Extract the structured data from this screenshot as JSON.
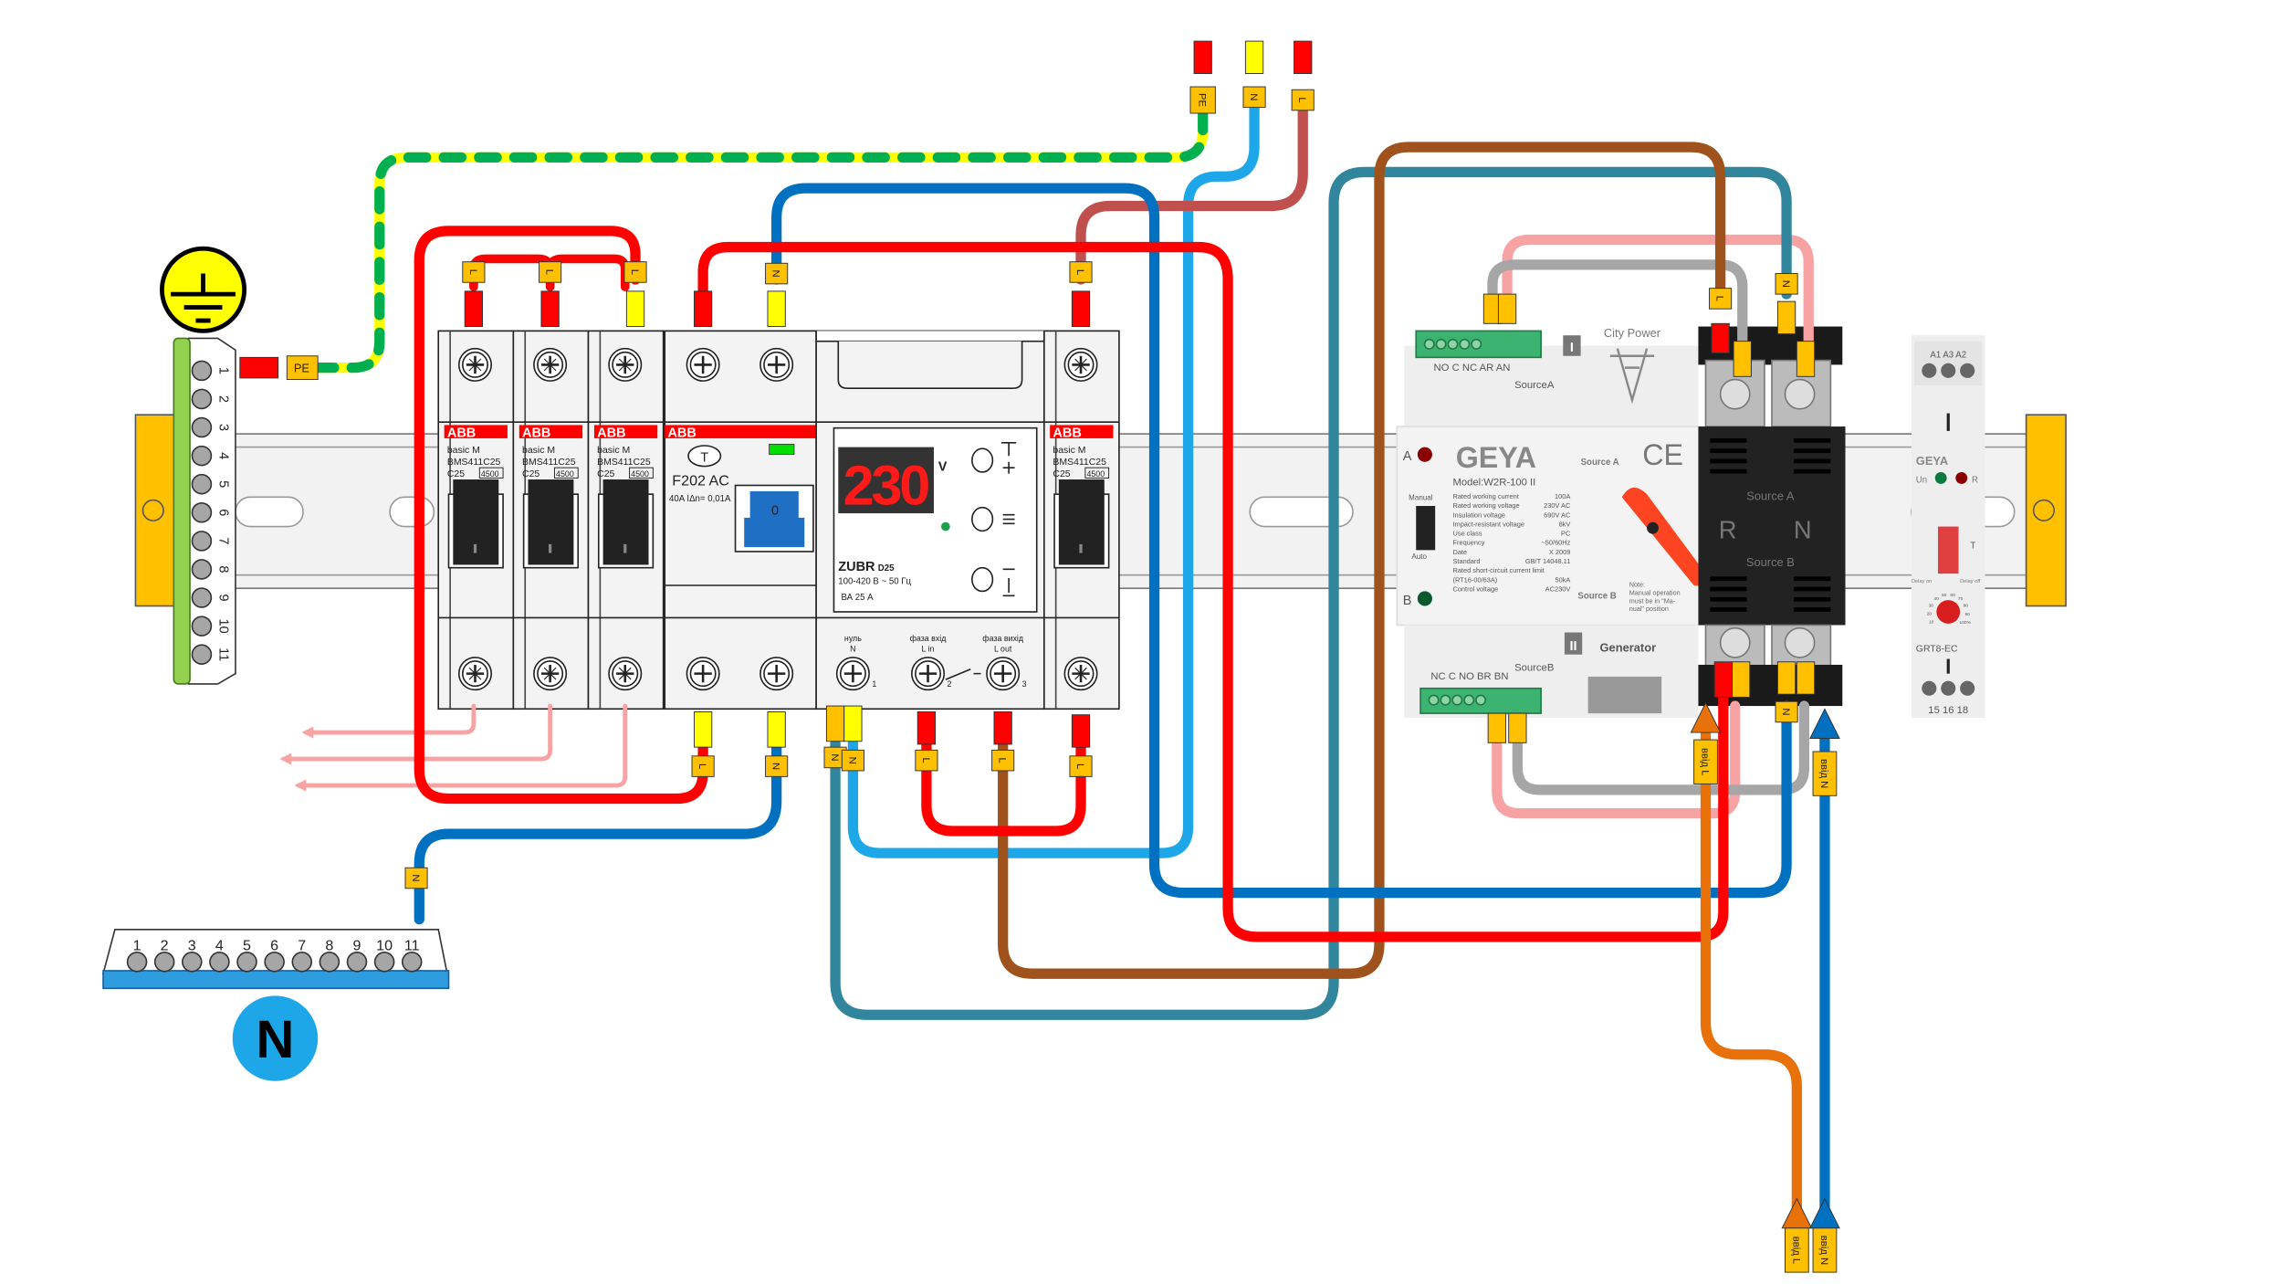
{
  "colors": {
    "phase_red": "#ff0000",
    "neutral_blue": "#0070c0",
    "light_blue": "#1ea7e8",
    "teal": "#31859c",
    "brown": "#a0521c",
    "brick": "#c0504d",
    "gray": "#a6a6a6",
    "pink": "#f7a3a3",
    "orange": "#e8710a",
    "pe_green": "#00b050",
    "pe_yellow": "#ffff00",
    "tag_yellow": "#ffc000",
    "din_clamp": "#ffc000",
    "n_circle": "#1ea7e8"
  },
  "ground_symbol": {
    "icon": "protective-earth-icon"
  },
  "pe_bus": {
    "numbers": [
      "1",
      "2",
      "3",
      "4",
      "5",
      "6",
      "7",
      "8",
      "9",
      "10",
      "11"
    ],
    "tag": "PE"
  },
  "n_bus": {
    "numbers": [
      "1",
      "2",
      "3",
      "4",
      "5",
      "6",
      "7",
      "8",
      "9",
      "10",
      "11"
    ],
    "badge": "N",
    "tag": "N"
  },
  "supply_tags": {
    "pe": "PE",
    "n": "N",
    "l": "L"
  },
  "mcb": {
    "brand": "ABB",
    "series": "basic M",
    "model": "BMS411C25",
    "rating": "C25",
    "breaking": "4500"
  },
  "rcd": {
    "brand": "ABB",
    "test": "T",
    "model": "F202 AC",
    "spec": "40A IΔn= 0,01A",
    "handle": "0"
  },
  "zubr": {
    "display": "230",
    "unit": "V",
    "name": "ZUBR",
    "model": "D25",
    "range": "100-420 В ~ 50 Гц",
    "rating": "ВА   25 А",
    "terminals": [
      {
        "top": "нуль",
        "bottom": "N",
        "num": "1"
      },
      {
        "top": "фаза вхід",
        "bottom": "L in",
        "num": "2"
      },
      {
        "top": "фаза вихід",
        "bottom": "L out",
        "num": "3"
      }
    ]
  },
  "ats": {
    "source_a_title": "City Power",
    "source_a_label": "SourceA",
    "source_a_terms": "NO C NC AR AN",
    "roman_1": "I",
    "brand": "GEYA",
    "model": "Model:W2R-100 II",
    "ce": "CE",
    "source_a": "Source A",
    "source_b": "Source B",
    "led_a": "A",
    "led_b": "B",
    "manual": "Manual",
    "auto": "Auto",
    "specs": [
      [
        "Rated working current",
        "100A"
      ],
      [
        "Rated working voltage",
        "230V AC"
      ],
      [
        "Insulation voltage",
        "690V AC"
      ],
      [
        "Impact-resistant voltage",
        "8kV"
      ],
      [
        "Use class",
        "PC"
      ],
      [
        "Frequency",
        "~50/60Hz"
      ],
      [
        "Date",
        "X 2009"
      ],
      [
        "Standard",
        "GB/T 14048.11"
      ],
      [
        "Rated short-circuit current limit",
        ""
      ],
      [
        "(RT16-00/63A)",
        "50kA"
      ],
      [
        "Control voltage",
        "AC230V"
      ]
    ],
    "note": [
      "Note:",
      "Manual operation",
      "must be in \"Ma-",
      "nual\" position"
    ],
    "roman_2": "II",
    "generator": "Generator",
    "source_b_label": "SourceB",
    "source_b_terms": "NC C NO BR BN",
    "block_top": "Source A",
    "block_r": "R",
    "block_n": "N",
    "block_bottom": "Source B"
  },
  "relay": {
    "top_terms": "A1  A3  A2",
    "brand": "GEYA",
    "un": "Un",
    "r": "R",
    "t": "T",
    "delay_on": "Delay on",
    "delay_off": "Delay off",
    "dial": [
      "10",
      "20",
      "30",
      "40",
      "50",
      "60",
      "70",
      "80",
      "90",
      "100%"
    ],
    "model": "GRT8-EC",
    "bottom_terms": "15  16  18"
  },
  "inputs": {
    "l": "ввід L",
    "n": "ввід N"
  },
  "tags": {
    "l": "L",
    "n": "N"
  }
}
